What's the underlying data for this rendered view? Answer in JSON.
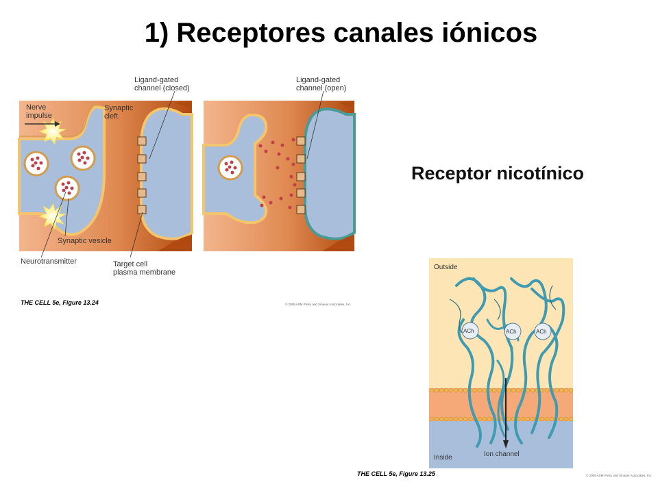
{
  "slide": {
    "title": "1) Receptores canales iónicos",
    "subtitle": "Receptor nicotínico"
  },
  "synapse_figure": {
    "labels": {
      "nerve_impulse_1": "Nerve",
      "nerve_impulse_2": "impulse",
      "synaptic_cleft_1": "Synaptic",
      "synaptic_cleft_2": "cleft",
      "closed_channel_1": "Ligand-gated",
      "closed_channel_2": "channel (closed)",
      "open_channel_1": "Ligand-gated",
      "open_channel_2": "channel (open)",
      "synaptic_vesicle": "Synaptic vesicle",
      "neurotransmitter": "Neurotransmitter",
      "target_cell_1": "Target cell",
      "target_cell_2": "plasma membrane"
    },
    "caption": "THE CELL 5e, Figure 13.24",
    "copyright": "© 2009 ASM Press and Sinauer Associates, Inc.",
    "colors": {
      "background": "#f3b58d",
      "cleft_gradient_end": "#b04a10",
      "cytoplasm": "#a9bedb",
      "membrane_outer": "#d39c4c",
      "membrane_inner": "#f4c56c",
      "open_membrane": "#4a9a96",
      "vesicle_dot": "#c0404a"
    }
  },
  "receptor_figure": {
    "labels": {
      "outside": "Outside",
      "inside": "Inside",
      "ion_channel": "Ion channel",
      "ach_1": "ACh",
      "ach_2": "ACh",
      "ach_3": "ACh"
    },
    "caption": "THE CELL 5e, Figure 13.25",
    "copyright": "© 2009 ASM Press and Sinauer Associates, Inc.",
    "colors": {
      "outside": "#fde5b5",
      "inside": "#a9bedb",
      "membrane": "#f5a878",
      "lipid_head": "#f2b44c",
      "protein": "#3f9bb0"
    }
  }
}
